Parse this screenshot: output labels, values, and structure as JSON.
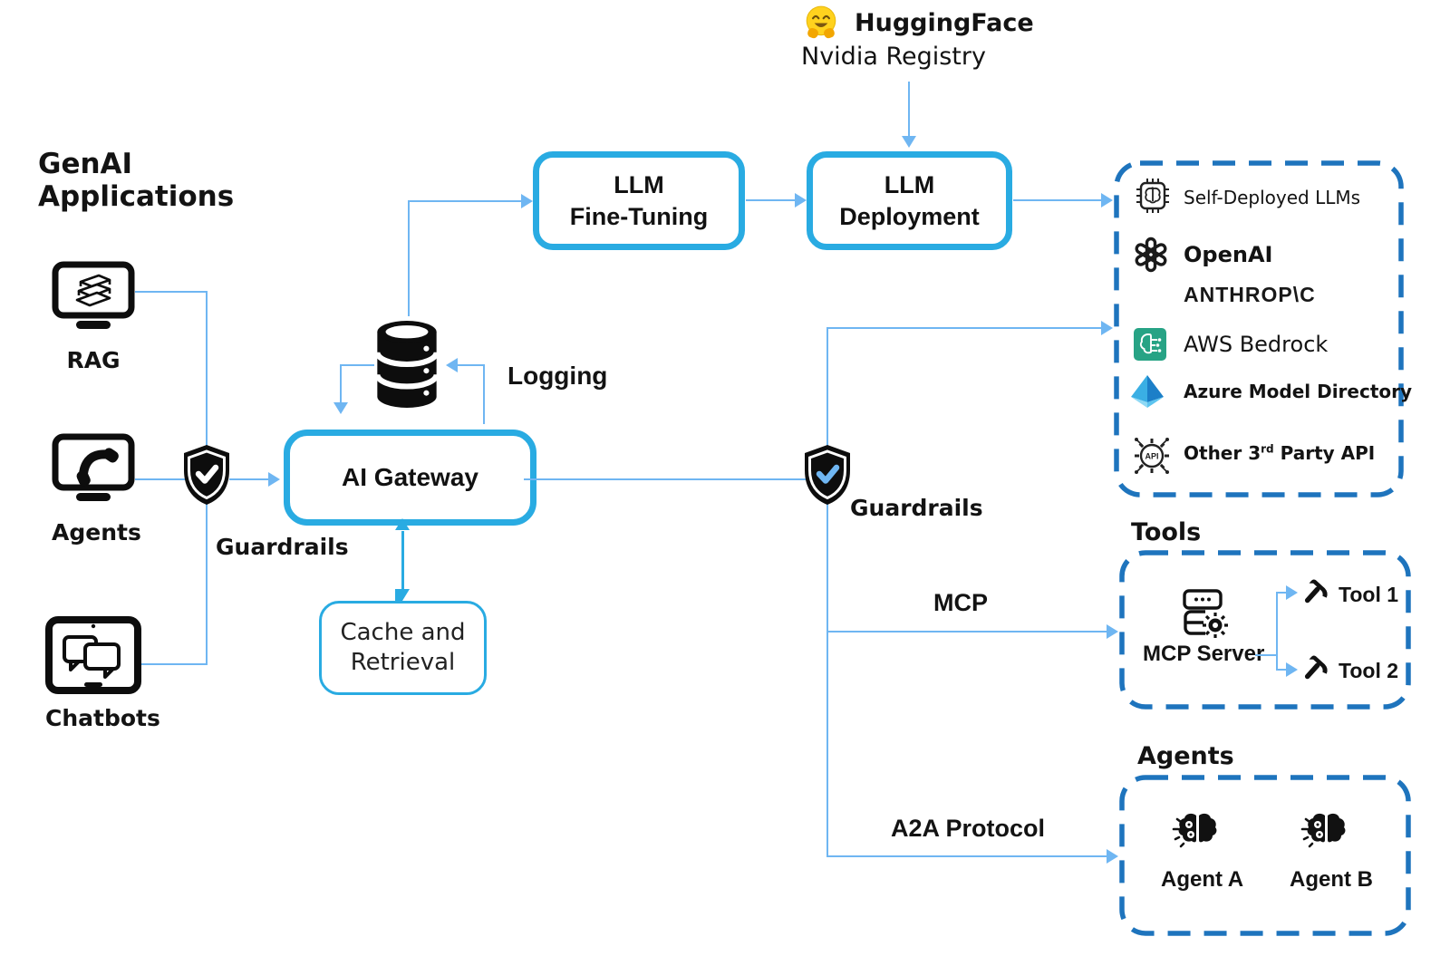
{
  "registry": {
    "huggingface": "HuggingFace",
    "nvidia": "Nvidia Registry"
  },
  "genai": {
    "title1": "GenAI",
    "title2": "Applications",
    "rag": "RAG",
    "agents": "Agents",
    "chatbots": "Chatbots",
    "guardrails": "Guardrails"
  },
  "pipeline": {
    "ft1": "LLM",
    "ft2": "Fine-Tuning",
    "dep1": "LLM",
    "dep2": "Deployment",
    "gateway": "AI Gateway",
    "logging": "Logging",
    "cache1": "Cache and",
    "cache2": "Retrieval"
  },
  "flow": {
    "guardrails": "Guardrails",
    "mcp": "MCP",
    "a2a": "A2A Protocol"
  },
  "providers": {
    "items": [
      {
        "name": "Self-Deployed LLMs"
      },
      {
        "name": "OpenAI"
      },
      {
        "name": "ANTHROP\\C"
      },
      {
        "name": "AWS Bedrock"
      },
      {
        "name": "Azure Model Directory"
      }
    ],
    "other_pre": "Other 3",
    "other_sup": "rd",
    "other_post": " Party API",
    "api_icon_text": "API"
  },
  "tools": {
    "title": "Tools",
    "server": "MCP Server",
    "tool1": "Tool 1",
    "tool2": "Tool 2"
  },
  "agents_box": {
    "title": "Agents",
    "a": "Agent A",
    "b": "Agent B"
  },
  "colors": {
    "line": "#6FB6F2",
    "accent": "#29ABE2",
    "dashed": "#1E74BD",
    "bedrock": "#27A385",
    "hf_yellow": "#FFD21E"
  }
}
